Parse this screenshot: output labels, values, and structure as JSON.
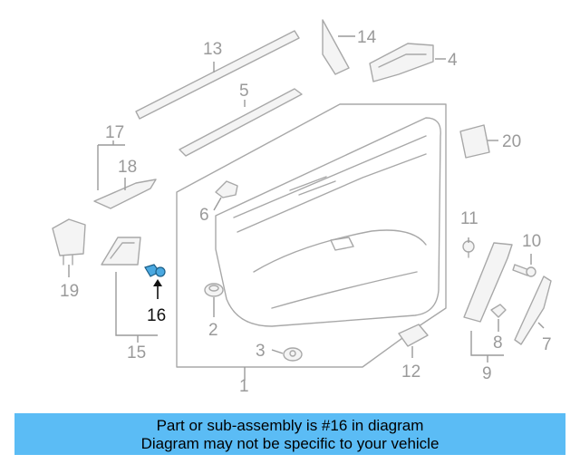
{
  "callouts": {
    "c1": "1",
    "c2": "2",
    "c3": "3",
    "c4": "4",
    "c5": "5",
    "c6": "6",
    "c7": "7",
    "c8": "8",
    "c9": "9",
    "c10": "10",
    "c11": "11",
    "c12": "12",
    "c13": "13",
    "c14": "14",
    "c15": "15",
    "c16": "16",
    "c17": "17",
    "c18": "18",
    "c19": "19",
    "c20": "20"
  },
  "highlight": {
    "part_number": "16",
    "color": "#4aa8e0"
  },
  "banner": {
    "line1": "Part or sub-assembly is #16 in diagram",
    "line2": "Diagram may not be specific to your vehicle",
    "background": "#5bbcf5"
  }
}
